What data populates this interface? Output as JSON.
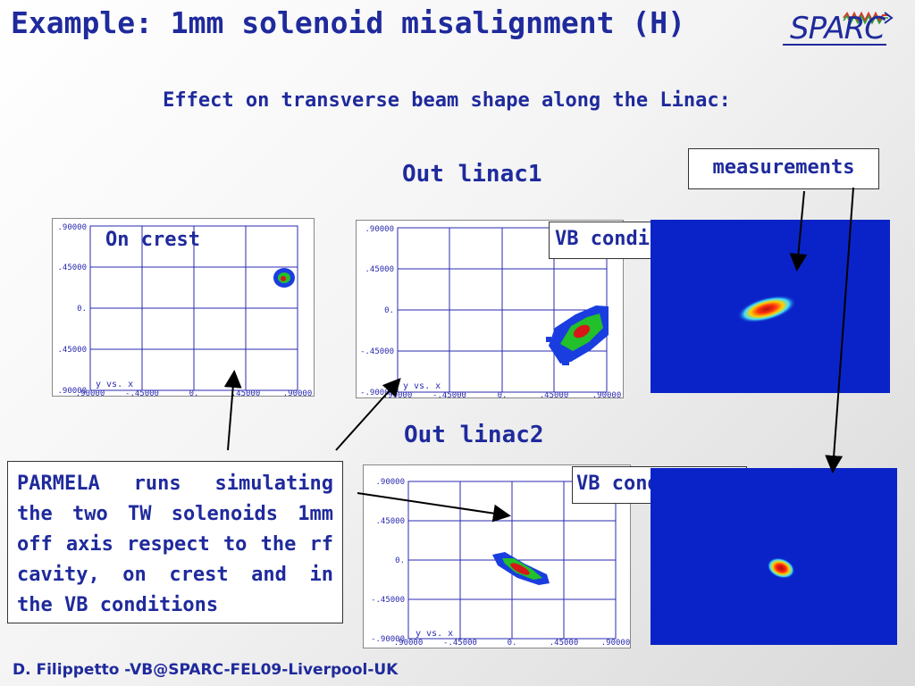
{
  "title": "Example:  1mm solenoid misalignment (H)",
  "subtitle": "Effect on transverse beam shape along the Linac:",
  "logo": {
    "text": "SPARC"
  },
  "headings": {
    "out_linac1": "Out linac1",
    "out_linac2": "Out linac2"
  },
  "labels": {
    "on_crest": "On crest",
    "vb_conditions_1": "VB conditions",
    "vb_conditions_2": "VB conditions",
    "measurements": "measurements"
  },
  "plots": [
    {
      "name": "plot-on-crest",
      "caption": "y vs. x",
      "yticks": [
        ".90000",
        ".45000",
        "0.",
        ".45000",
        ".90000"
      ],
      "xticks": [
        ".90000",
        "-.45000",
        "0.",
        ".45000",
        ".90000"
      ]
    },
    {
      "name": "plot-vb-linac1",
      "caption": "y vs. x",
      "yticks": [
        ".90000",
        ".45000",
        "0.",
        "-.45000",
        "-.90000"
      ],
      "xticks": [
        ".90000",
        "-.45000",
        "0.",
        ".45000",
        ".90000"
      ]
    },
    {
      "name": "plot-vb-linac2",
      "caption": "y vs. x",
      "yticks": [
        ".90000",
        ".45000",
        "0.",
        "-.45000",
        "-.90000"
      ],
      "xticks": [
        ".90000",
        "-.45000",
        "0.",
        ".45000",
        ".90000"
      ]
    }
  ],
  "parmela_text": "PARMELA runs simulating the two TW solenoids 1mm off axis respect to the rf cavity, on crest and in the VB conditions",
  "footer": "D. Filippetto -VB@SPARC-FEL09-Liverpool-UK",
  "colors": {
    "text": "#1f2a9c",
    "plot_grid": "#2a2ab0",
    "measurement_bg": "#0a23c8"
  }
}
